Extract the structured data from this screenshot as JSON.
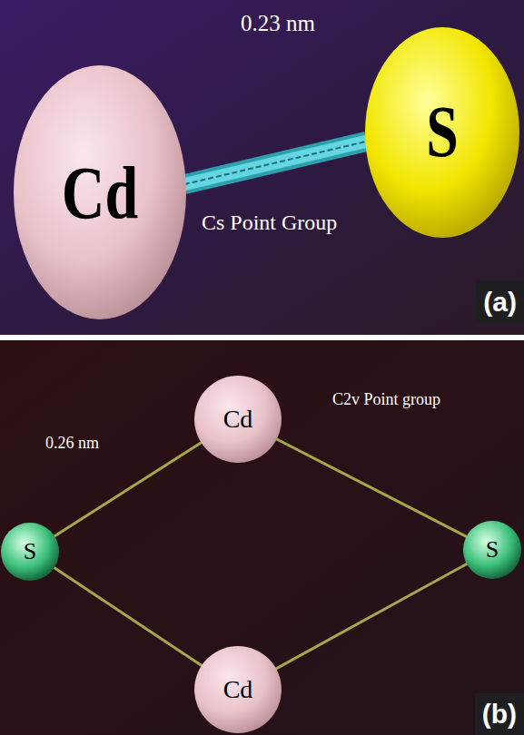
{
  "diagram": {
    "nodes": [
      {
        "text": [
          "Cd"
        ]
      },
      {
        "text": [
          "S"
        ]
      },
      {
        "text": [
          "S"
        ]
      },
      {
        "text": [
          "Cd"
        ]
      },
      {
        "text": [
          "S"
        ]
      },
      {
        "text": [
          "Cd"
        ]
      }
    ],
    "edges": [
      {
        "from": 0,
        "to": 1,
        "arrow": "none"
      },
      {
        "from": 2,
        "to": 3,
        "arrow": "none"
      },
      {
        "from": 3,
        "to": 4,
        "arrow": "none"
      },
      {
        "from": 2,
        "to": 5,
        "arrow": "none"
      },
      {
        "from": 5,
        "to": 4,
        "arrow": "none"
      }
    ],
    "labels": [
      "0.23 nm",
      "Cs Point Group",
      "(a)",
      "0.26 nm",
      "C2v Point group",
      "(b)"
    ]
  }
}
